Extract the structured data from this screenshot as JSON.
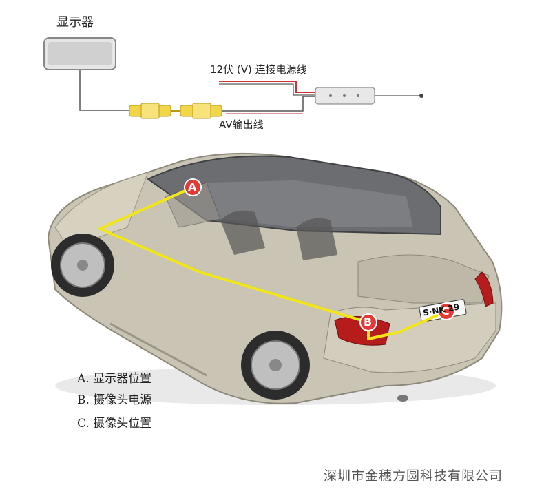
{
  "wiring": {
    "monitor_label": "显示器",
    "power_label": "12伏 (V) 连接电源线",
    "av_label": "AV输出线"
  },
  "car": {
    "marker_a": "A",
    "marker_b": "B",
    "marker_c": "C",
    "plate": "S·NK 29",
    "route_color": "#f2e61a",
    "marker_color": "#e53935"
  },
  "legend": {
    "a": "A. 显示器位置",
    "b": "B. 摄像头电源",
    "c": "C. 摄像头位置"
  },
  "footer": {
    "company": "深圳市金穗方圆科技有限公司"
  }
}
